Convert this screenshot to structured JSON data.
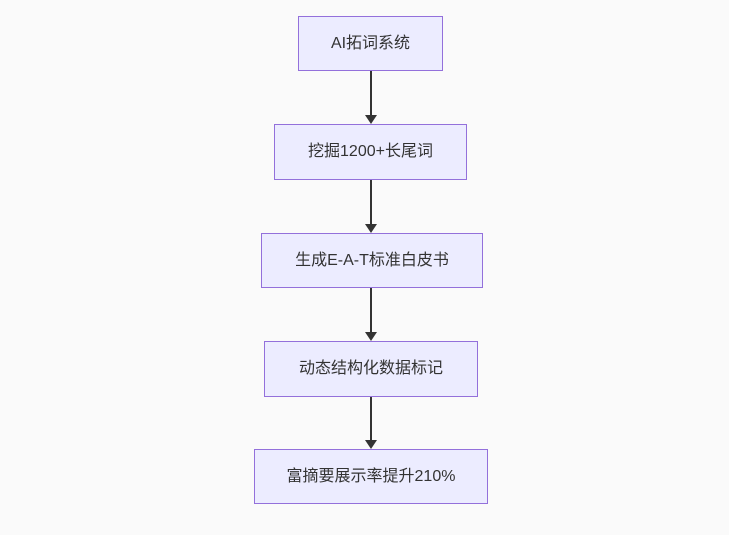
{
  "diagram": {
    "type": "flowchart",
    "direction": "top-down",
    "nodes": [
      {
        "id": "step-1",
        "label": "AI拓词系统"
      },
      {
        "id": "step-2",
        "label": "挖掘1200+长尾词"
      },
      {
        "id": "step-3",
        "label": "生成E-A-T标准白皮书"
      },
      {
        "id": "step-4",
        "label": "动态结构化数据标记"
      },
      {
        "id": "step-5",
        "label": "富摘要展示率提升210%"
      }
    ],
    "edges": [
      {
        "from": "step-1",
        "to": "step-2",
        "style": "arrow-down"
      },
      {
        "from": "step-2",
        "to": "step-3",
        "style": "arrow-down"
      },
      {
        "from": "step-3",
        "to": "step-4",
        "style": "arrow-down"
      },
      {
        "from": "step-4",
        "to": "step-5",
        "style": "arrow-down"
      }
    ],
    "colors": {
      "node_fill": "#ECECFF",
      "node_border": "#9370DB",
      "arrow": "#333333",
      "text": "#333333",
      "background": "#FAFAFA"
    }
  }
}
